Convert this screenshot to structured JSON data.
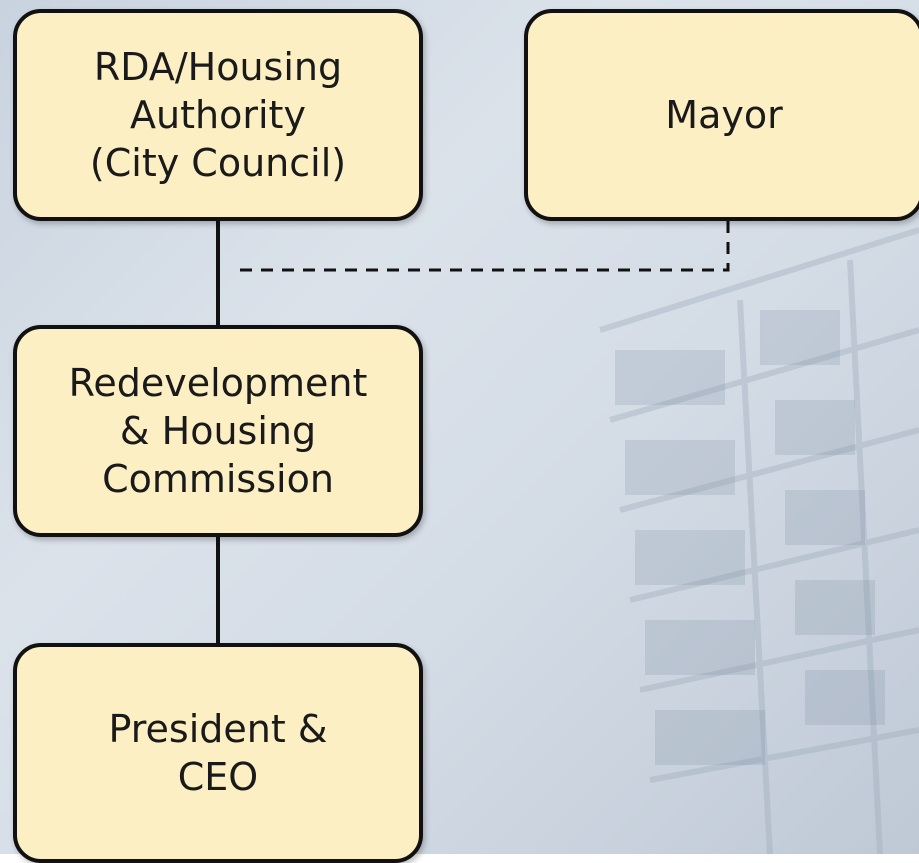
{
  "org_chart": {
    "boxes": {
      "rda": "RDA/Housing\nAuthority\n(City Council)",
      "mayor": "Mayor",
      "commission": "Redevelopment\n& Housing\nCommission",
      "ceo": "President &\nCEO"
    },
    "relations": [
      {
        "from": "rda",
        "to": "commission",
        "style": "solid"
      },
      {
        "from": "mayor",
        "to": "rda-commission-link",
        "style": "dashed"
      },
      {
        "from": "commission",
        "to": "ceo",
        "style": "solid"
      }
    ]
  },
  "colors": {
    "box_fill": "#fcefc4",
    "box_border": "#111111",
    "background": "#d4dce6"
  }
}
